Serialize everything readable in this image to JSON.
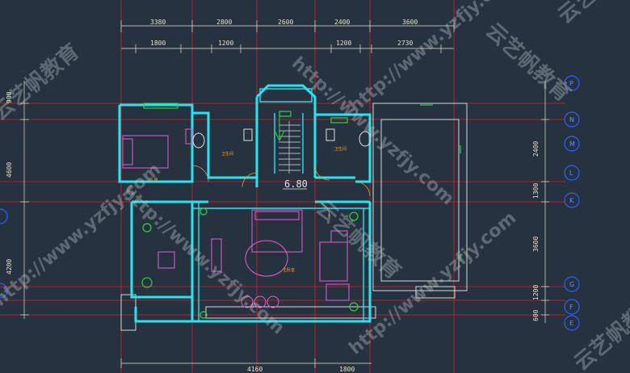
{
  "dims_top_outer": [
    "3380",
    "2800",
    "2600",
    "2400",
    "3600"
  ],
  "dims_top_inner": [
    "1800",
    "1200",
    "1200",
    "2730"
  ],
  "dims_left": [
    "900",
    "4600",
    "4200"
  ],
  "dims_right": [
    "2400",
    "1300",
    "3600",
    "1200",
    "600"
  ],
  "dims_bottom": [
    "4160",
    "1800"
  ],
  "axis_labels_right": [
    "P",
    "N",
    "M",
    "L",
    "K",
    "G",
    "F",
    "E"
  ],
  "elevation": "6.80",
  "rooms": {
    "bathroom_left": "卫生间",
    "bathroom_right": "卫生间",
    "study": "书 房",
    "master_bedroom": "主卧室"
  },
  "watermarks": {
    "url": "http://www.yzfjy.com",
    "cn": "云艺帆教育"
  },
  "colors": {
    "background": "#263240",
    "wall": "#28e4f0",
    "axis_line": "#e02020",
    "dimension": "#e8e0c8",
    "furniture": "#e85bd0",
    "accent_green": "#30d040",
    "axis_bubble": "#3060ff"
  }
}
